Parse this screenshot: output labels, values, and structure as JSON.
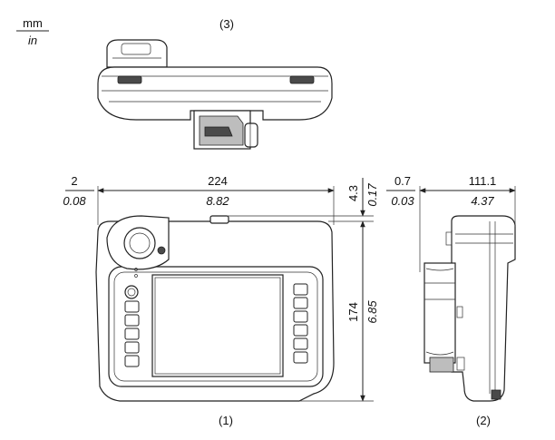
{
  "units": {
    "top": "mm",
    "bottom": "in"
  },
  "views": {
    "top": "(3)",
    "front": "(1)",
    "side": "(2)"
  },
  "dimensions": {
    "offset_mm": "2",
    "offset_in": "0.08",
    "width_mm": "224",
    "width_in": "8.82",
    "top_offset_mm": "4.3",
    "top_offset_in": "0.17",
    "height_mm": "174",
    "height_in": "6.85",
    "side_offset_mm": "0.7",
    "side_offset_in": "0.03",
    "depth_mm": "111.1",
    "depth_in": "4.37"
  }
}
